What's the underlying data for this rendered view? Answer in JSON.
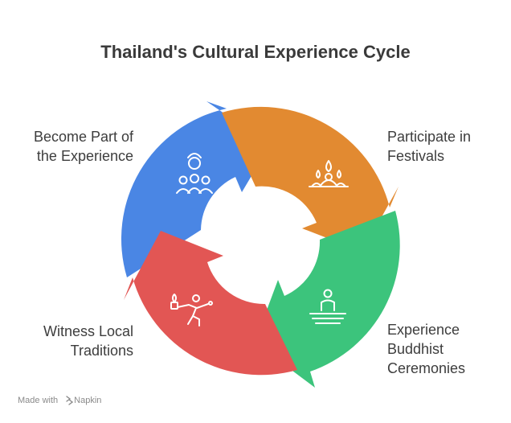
{
  "title": "Thailand's Cultural Experience Cycle",
  "stages": [
    {
      "id": "become-part",
      "lines": [
        "Become Part of",
        "the Experience"
      ],
      "color": "#4a86e4",
      "icon": "group-people-icon"
    },
    {
      "id": "participate",
      "lines": [
        "Participate in",
        "Festivals"
      ],
      "color": "#e28a31",
      "icon": "festival-lanterns-icon"
    },
    {
      "id": "buddhist",
      "lines": [
        "Experience",
        "Buddhist",
        "Ceremonies"
      ],
      "color": "#3cc47c",
      "icon": "meditation-icon"
    },
    {
      "id": "witness",
      "lines": [
        "Witness Local",
        "Traditions"
      ],
      "color": "#e25654",
      "icon": "fire-dancer-icon"
    }
  ],
  "footer": {
    "prefix": "Made with",
    "brand": "Napkin"
  }
}
